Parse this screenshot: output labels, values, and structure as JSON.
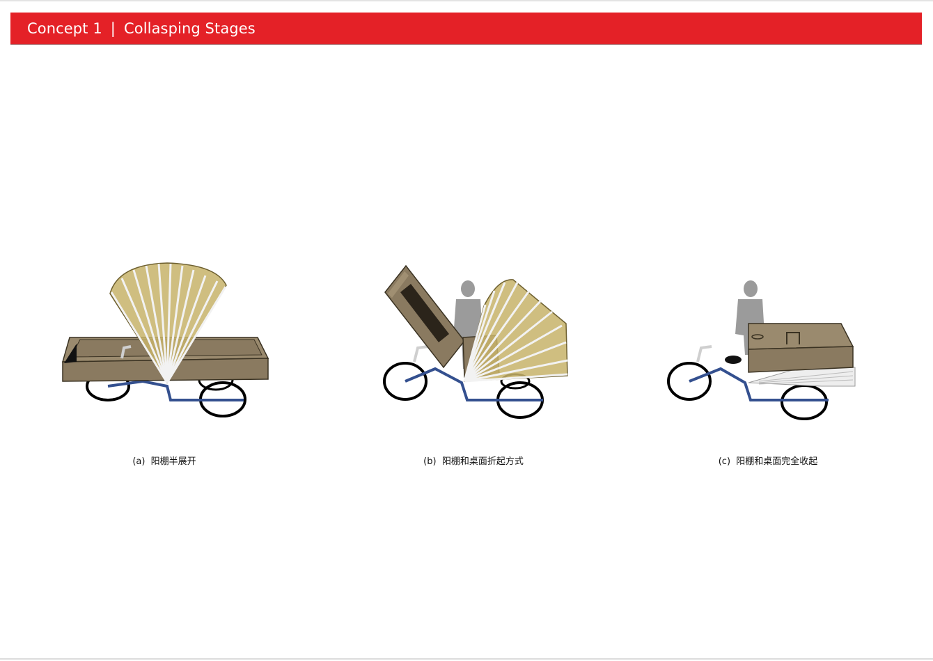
{
  "header": {
    "concept": "Concept 1",
    "separator": "|",
    "title": "Collasping Stages"
  },
  "stages": [
    {
      "caption": "(a)  阳棚半展开"
    },
    {
      "caption": "(b)  阳棚和桌面折起方式"
    },
    {
      "caption": "(c)  阳棚和桌面完全收起"
    }
  ],
  "colors": {
    "header_red": "#e42127",
    "wood": "#8a7a60",
    "frame_blue": "#34508f",
    "canopy": "#bfa75c"
  }
}
